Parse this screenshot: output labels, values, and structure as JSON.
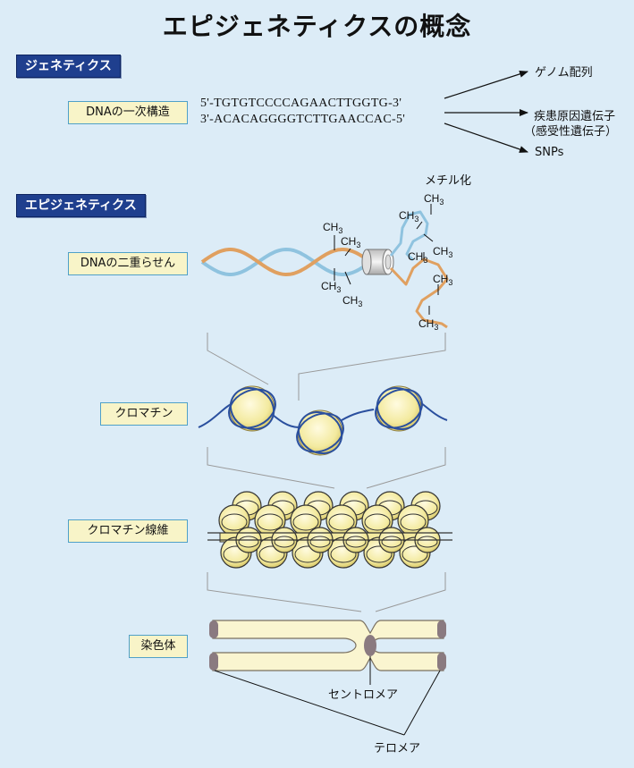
{
  "title": "エピジェネティクスの概念",
  "sections": {
    "genetics": "ジェネティクス",
    "epigenetics": "エピジェネティクス"
  },
  "labels": {
    "primary_structure": "DNAの一次構造",
    "double_helix": "DNAの二重らせん",
    "chromatin": "クロマチン",
    "chromatin_fiber": "クロマチン線維",
    "chromosome": "染色体"
  },
  "sequence": {
    "top": "5'-TGTGTCCCCAGAACTTGGTG-3'",
    "bottom": "3'-ACACAGGGGTCTTGAACCAC-5'"
  },
  "outcomes": {
    "genome_sequence": "ゲノム配列",
    "disease_gene": "疾患原因遺伝子",
    "susceptibility_gene": "（感受性遺伝子）",
    "snps": "SNPs"
  },
  "annotations": {
    "methylation": "メチル化",
    "methyl": "CH",
    "methyl_sub": "3",
    "centromere": "セントロメア",
    "telomere": "テロメア"
  },
  "colors": {
    "section_bg": "#1f3f8e",
    "label_bg": "#f8f4c8",
    "label_border": "#4fa0c8",
    "background": "#dcecf7",
    "strand_orange": "#e0a060",
    "strand_blue": "#8fc3df",
    "dna_fiber": "#2a4f9e",
    "nucleosome": "#f6efb0",
    "chromosome_fill": "#faf5d0",
    "telomere": "#8a7a80"
  }
}
